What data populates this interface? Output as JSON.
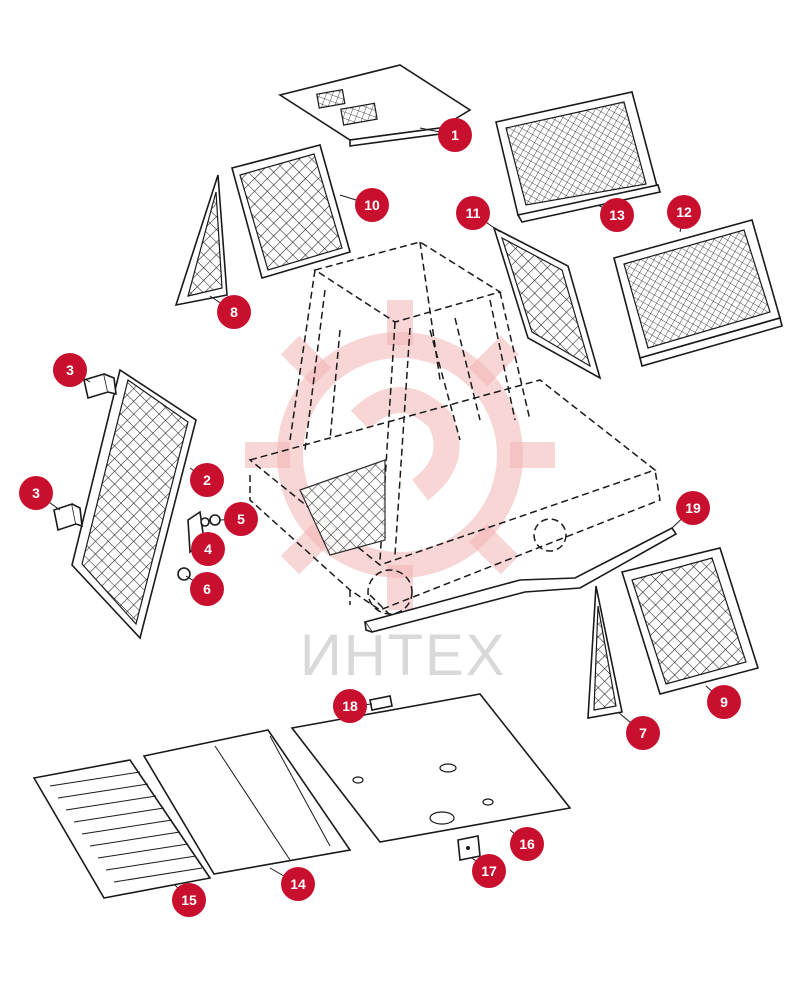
{
  "watermark": {
    "text": "ИНТЕХ",
    "gear_color": "#f3b5b5",
    "text_color": "#d9d9d9"
  },
  "badge_color": "#c8102e",
  "callouts": [
    {
      "id": "1",
      "label": "1"
    },
    {
      "id": "2",
      "label": "2"
    },
    {
      "id": "3a",
      "label": "3"
    },
    {
      "id": "3b",
      "label": "3"
    },
    {
      "id": "4",
      "label": "4"
    },
    {
      "id": "5",
      "label": "5"
    },
    {
      "id": "6",
      "label": "6"
    },
    {
      "id": "7",
      "label": "7"
    },
    {
      "id": "8",
      "label": "8"
    },
    {
      "id": "9",
      "label": "9"
    },
    {
      "id": "10",
      "label": "10"
    },
    {
      "id": "11",
      "label": "11"
    },
    {
      "id": "12",
      "label": "12"
    },
    {
      "id": "13",
      "label": "13"
    },
    {
      "id": "14",
      "label": "14"
    },
    {
      "id": "15",
      "label": "15"
    },
    {
      "id": "16",
      "label": "16"
    },
    {
      "id": "17",
      "label": "17"
    },
    {
      "id": "18",
      "label": "18"
    },
    {
      "id": "19",
      "label": "19"
    }
  ]
}
